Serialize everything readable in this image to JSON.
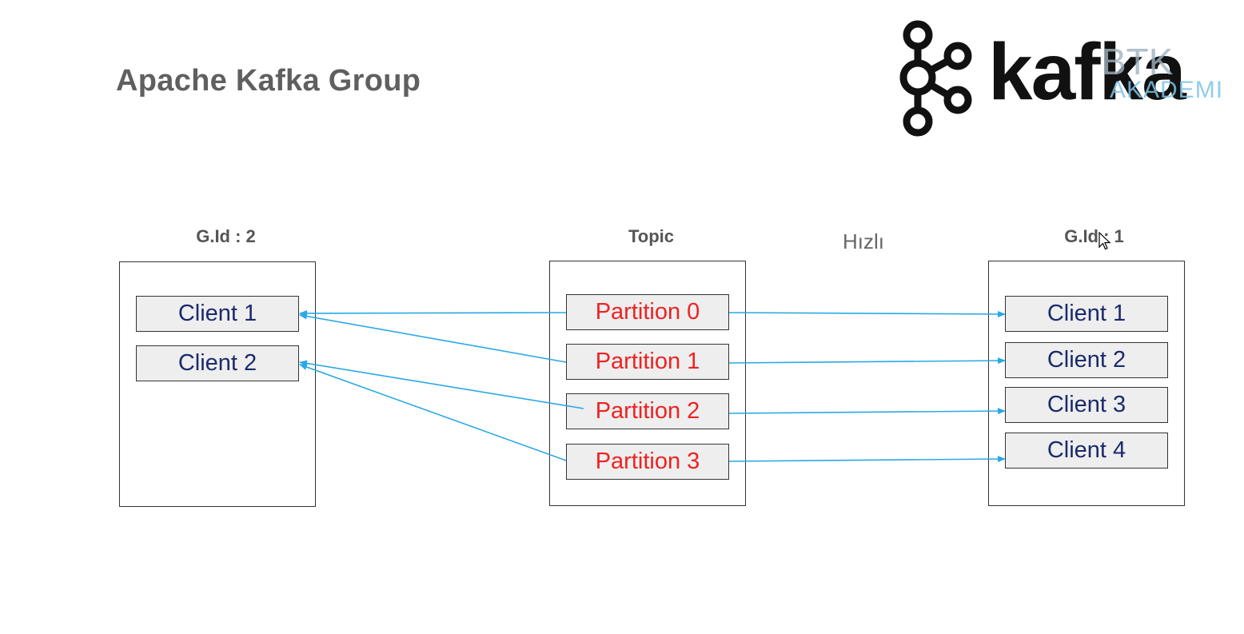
{
  "title": "Apache Kafka Group",
  "logo": {
    "kafka": "kafka",
    "btk": "BTK",
    "akademi": "AKADEMI"
  },
  "note": "Hızlı",
  "groups": {
    "left": {
      "label": "G.Id : 2",
      "clients": [
        "Client 1",
        "Client 2"
      ]
    },
    "topic": {
      "label": "Topic",
      "partitions": [
        "Partition 0",
        "Partition 1",
        "Partition 2",
        "Partition 3"
      ]
    },
    "right": {
      "label": "G.Id : 1",
      "clients": [
        "Client 1",
        "Client 2",
        "Client 3",
        "Client 4"
      ]
    }
  },
  "colors": {
    "arrow": "#29a9e6",
    "partition_text": "#ee2222",
    "client_text": "#1a2a6c"
  }
}
